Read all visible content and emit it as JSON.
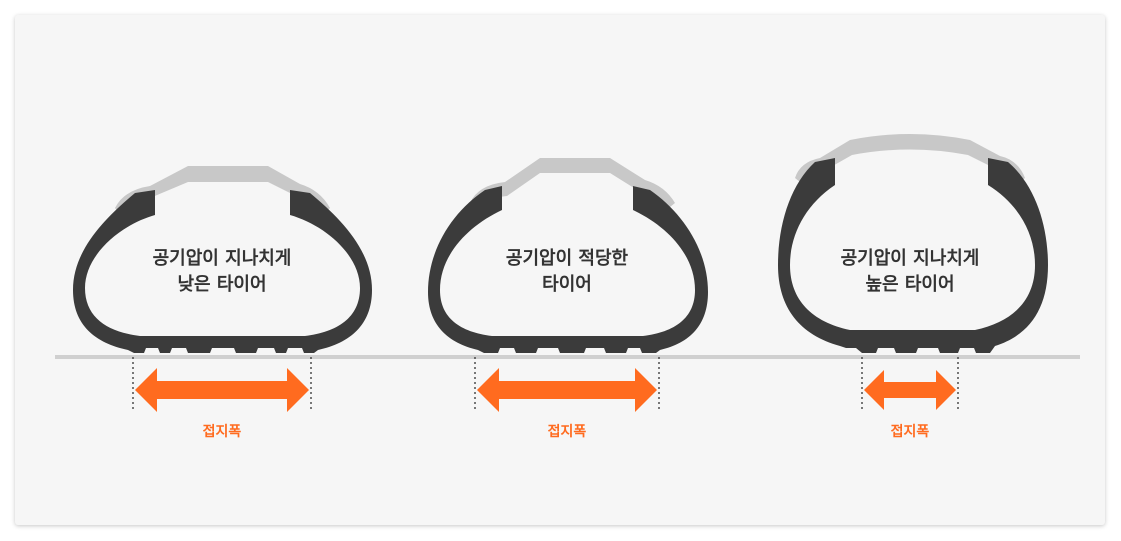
{
  "colors": {
    "background": "#f6f6f6",
    "tire": "#3b3b3b",
    "rim": "#c8c8c8",
    "ground": "#d0d0d0",
    "arrow": "#ff6b1f"
  },
  "tires": [
    {
      "label_line1": "공기압이 지나치게",
      "label_line2": "낮은 타이어",
      "contact_label": "접지폭"
    },
    {
      "label_line1": "공기압이 적당한",
      "label_line2": "타이어",
      "contact_label": "접지폭"
    },
    {
      "label_line1": "공기압이 지나치게",
      "label_line2": "높은 타이어",
      "contact_label": "접지폭"
    }
  ]
}
